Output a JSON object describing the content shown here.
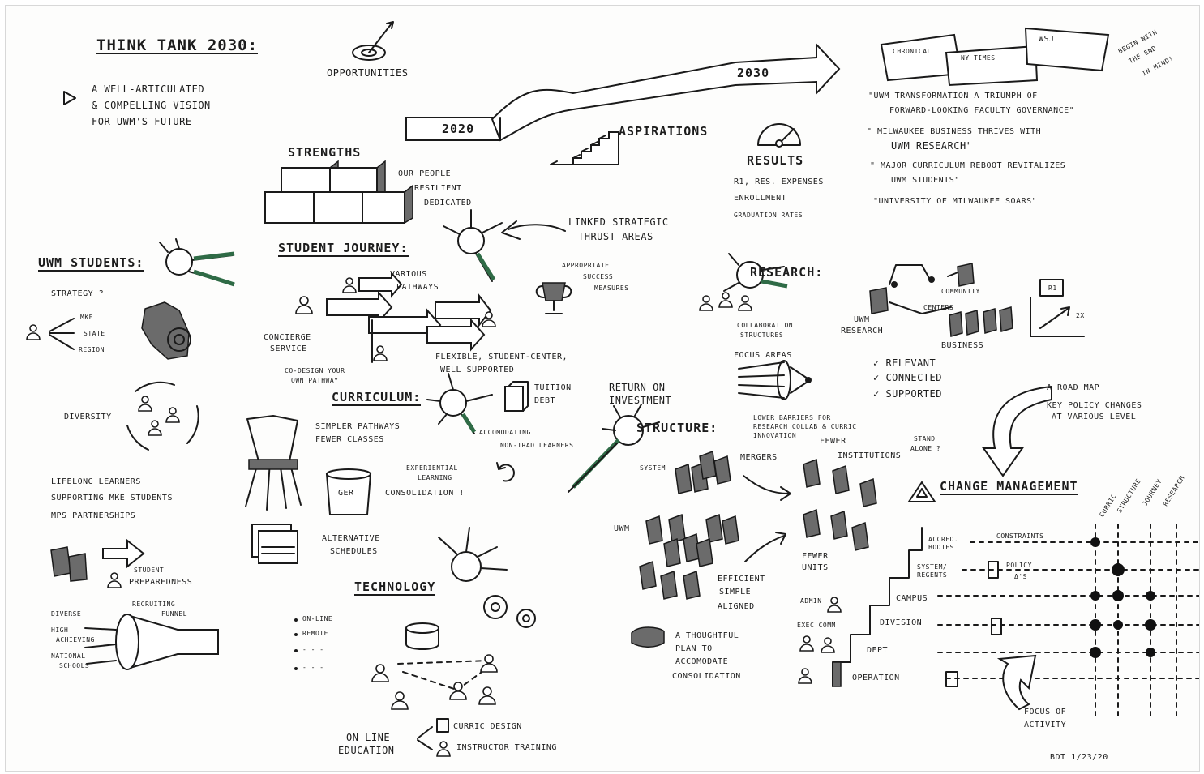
{
  "title": "Think Tank 2030:",
  "vision": [
    "A well-articulated",
    "& compelling vision",
    "for UWM's future"
  ],
  "opportunities": "Opportunities",
  "timeline": {
    "start": "2020",
    "end": "2030"
  },
  "aspirations": "Aspirations",
  "results": {
    "title": "Results",
    "items": [
      "R1, Res. expenses",
      "Enrollment",
      "Graduation rates"
    ]
  },
  "headlines": {
    "papers": [
      "Chronical",
      "WSJ",
      "NY Times"
    ],
    "begin": [
      "Begin with",
      "the end",
      "in mind!"
    ],
    "quotes": [
      "\"UWM transformation a triumph of",
      "forward-looking faculty governance\"",
      "\" Milwaukee business thrives with",
      "UWM research\"",
      "\" Major curriculum reboot revitalizes",
      "UWM students\"",
      "\"University of Milwaukee soars\""
    ]
  },
  "strengths": {
    "title": "Strengths",
    "items": [
      "our people",
      "Resilient",
      "Dedicated"
    ]
  },
  "linked": [
    "Linked strategic",
    "thrust areas"
  ],
  "student_journey": {
    "title": "Student Journey:",
    "pathways": [
      "Various",
      "pathways"
    ],
    "measures": [
      "Appropriate",
      "success",
      "measures"
    ],
    "concierge": [
      "Concierge",
      "service"
    ],
    "codesign": [
      "Co-design your",
      "own pathway"
    ],
    "flexible": [
      "Flexible, student-center,",
      "well supported"
    ]
  },
  "uwm_students": {
    "title": "UWM Students:",
    "strategy": "Strategy ?",
    "geo": [
      "MKE",
      "State",
      "Region"
    ],
    "diversity": "Diversity",
    "list": [
      "Lifelong learners",
      "Supporting MKE students",
      "MPS Partnerships"
    ],
    "prepared": [
      "Student",
      "preparedness"
    ],
    "recruit": [
      "Recruiting",
      "funnel"
    ],
    "funnel_items": [
      "Diverse",
      "High",
      "achieving",
      "National",
      "schools"
    ]
  },
  "curriculum": {
    "title": "Curriculum:",
    "items": [
      "Simpler pathways",
      "Fewer classes"
    ],
    "accommodating": [
      "Accomodating",
      "non-trad learners"
    ],
    "tuition": [
      "Tuition",
      "Debt"
    ],
    "roi": [
      "Return on",
      "investment"
    ],
    "experiential": [
      "Experiential",
      "learning"
    ],
    "consolidation": "Consolidation !",
    "ger": "GER",
    "alt": [
      "Alternative",
      "schedules"
    ]
  },
  "technology": {
    "title": "Technology",
    "items": [
      "On-line",
      "Remote",
      "- - -",
      "- - -"
    ],
    "online": [
      "On line",
      "education"
    ],
    "branches": [
      "Curric design",
      "Instructor training"
    ]
  },
  "research": {
    "title": "Research:",
    "collab": [
      "Collaboration",
      "structures"
    ],
    "focus": "Focus areas",
    "uwm": [
      "UWM",
      "Research"
    ],
    "nodes": [
      "Community",
      "Centers",
      "Business"
    ],
    "chart": [
      "R1",
      "2x"
    ],
    "checks": [
      "Relevant",
      "Connected",
      "Supported"
    ]
  },
  "structure": {
    "title": "Structure:",
    "barriers": [
      "Lower barriers for",
      "research collab & curric",
      "innovation"
    ],
    "fewer": [
      "Fewer",
      "institutions"
    ],
    "stand": [
      "Stand",
      "alone ?"
    ],
    "mergers": "Mergers",
    "system": "System",
    "uwm": "UWM",
    "efficient": [
      "Efficient",
      "Simple",
      "Aligned"
    ],
    "fewer_units": [
      "Fewer",
      "units"
    ]
  },
  "roadmap": [
    "A road map",
    "Key policy changes",
    "at various level"
  ],
  "change": {
    "title": "Change Management",
    "columns": [
      "Curric",
      "Structure",
      "Journey",
      "Research"
    ],
    "levels": [
      "Accred. bodies",
      "System/ regents",
      "Campus",
      "Division",
      "Dept",
      "Operation"
    ],
    "left": [
      "Admin",
      "Exec comm"
    ],
    "notes": [
      "Constraints",
      "Policy",
      "Δ's"
    ],
    "focus": [
      "Focus of",
      "activity"
    ],
    "thoughtful": [
      "A thoughtful",
      "plan to",
      "accomodate",
      "consolidation"
    ]
  },
  "signature": "BDT 1/23/20"
}
